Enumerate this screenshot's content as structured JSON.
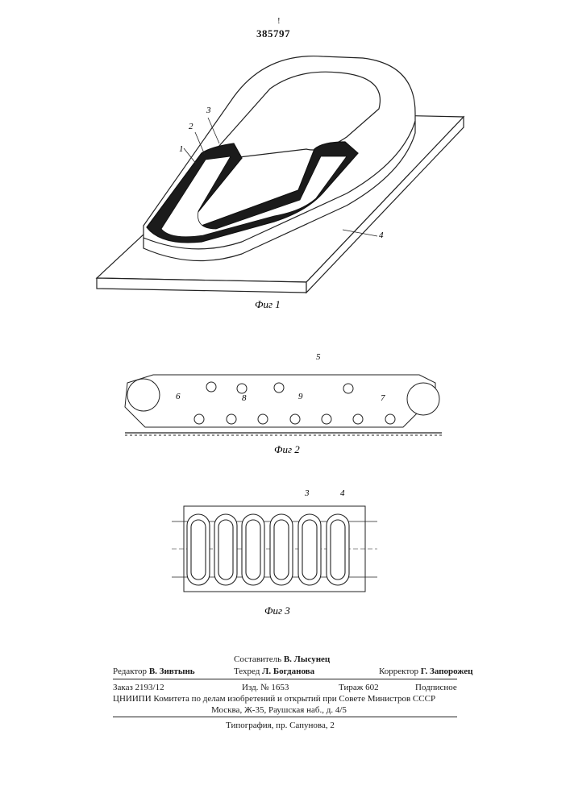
{
  "header": {
    "patent_number": "385797",
    "mark": "!"
  },
  "figures": {
    "fig1": {
      "caption": "Фиг 1",
      "labels": [
        "1",
        "2",
        "3",
        "4"
      ]
    },
    "fig2": {
      "caption": "Фиг 2",
      "labels": [
        "5",
        "6",
        "7",
        "8",
        "9"
      ]
    },
    "fig3": {
      "caption": "Фиг 3",
      "labels": [
        "3",
        "4"
      ]
    }
  },
  "footer": {
    "compiler": {
      "label": "Составитель",
      "name": "В. Лысунец"
    },
    "editor": {
      "label": "Редактор",
      "name": "В. Зивтынь"
    },
    "techred": {
      "label": "Техред",
      "name": "Л. Богданова"
    },
    "corrector": {
      "label": "Корректор",
      "name": "Г. Запорожец"
    },
    "order": "Заказ 2193/12",
    "edition": "Изд. № 1653",
    "circulation": "Тираж 602",
    "subscription": "Подписное",
    "org_line": "ЦНИИПИ Комитета по делам изобретений и открытий при Совете Министров СССР",
    "address_line": "Москва, Ж-35, Раушская наб., д. 4/5",
    "printing_line": "Типография, пр. Сапунова, 2"
  }
}
